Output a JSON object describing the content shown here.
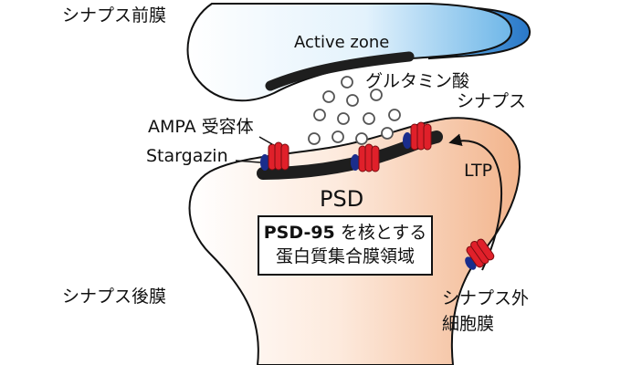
{
  "labels": {
    "presynaptic_membrane": "シナプス前膜",
    "active_zone": "Active zone",
    "glutamate": "グルタミン酸",
    "synapse": "シナプス",
    "ampa_receptor": "AMPA 受容体",
    "stargazin": "Stargazin",
    "ltp": "LTP",
    "psd": "PSD",
    "psd95_bold": "PSD-95",
    "psd95_rest": " を核とする",
    "complex": "蛋白質集合膜領域",
    "postsynaptic_membrane": "シナプス後膜",
    "extrasynaptic_line1": "シナプス外",
    "extrasynaptic_line2": "細胞膜"
  },
  "colors": {
    "presynaptic_fill_light": "#ffffff",
    "presynaptic_fill_dark": "#6fb7e8",
    "presynaptic_rim": "#2a78c8",
    "postsynaptic_fill_light": "#ffffff",
    "postsynaptic_fill_dark": "#f2b48c",
    "psd_density": "#1e1e1e",
    "ampa_receptor": "#e0202a",
    "stargazin": "#1a2d8c",
    "vesicle_stroke": "#555555"
  }
}
